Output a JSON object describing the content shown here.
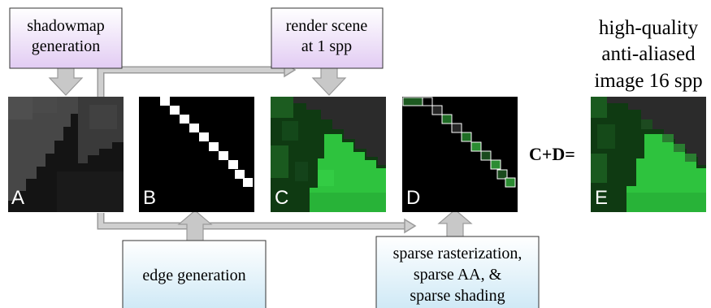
{
  "boxes": {
    "shadowmap": {
      "lines": [
        "shadowmap",
        "generation"
      ],
      "fill": "#ead7f7"
    },
    "render": {
      "lines": [
        "render scene",
        "at 1 spp"
      ],
      "fill": "#ead7f7"
    },
    "edge": {
      "lines": [
        "edge generation"
      ],
      "fill": "#d8eef8"
    },
    "sparse": {
      "lines": [
        "sparse rasterization,",
        "sparse AA, &",
        "sparse shading"
      ],
      "fill": "#d8eef8"
    }
  },
  "panels": {
    "a": {
      "letter": "A"
    },
    "b": {
      "letter": "B"
    },
    "c": {
      "letter": "C"
    },
    "d": {
      "letter": "D"
    },
    "e": {
      "letter": "E"
    }
  },
  "equation": "C+D=",
  "result_caption": [
    "high-quality",
    "anti-aliased",
    "image 16 spp"
  ],
  "colors": {
    "arrow": "#c8c8c8",
    "arrow_stroke": "#9a9a9a",
    "lit_green": "#2ec33e",
    "dark_green": "#0f3a12",
    "shadow_gray": "#2c2c2c"
  }
}
